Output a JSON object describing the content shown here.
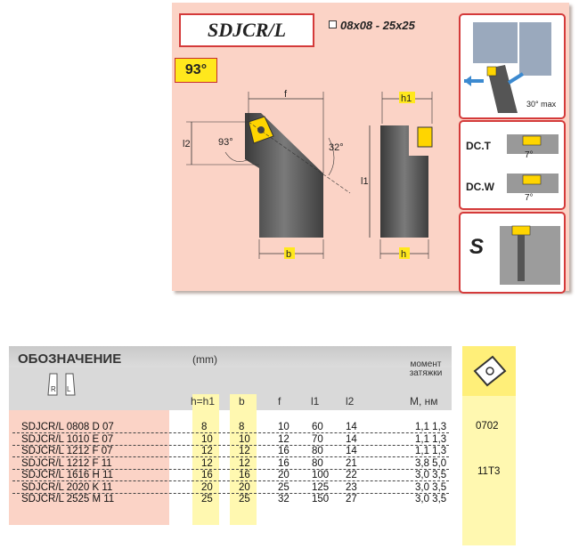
{
  "drawing": {
    "title": "SDJCR/L",
    "size_range": "08x08 - 25x25",
    "approach_angle": "93°",
    "dims": {
      "f": "f",
      "h1": "h1",
      "l2": "l2",
      "l1": "l1",
      "b": "b",
      "h": "h",
      "a93": "93°",
      "a32": "32°"
    },
    "geometry_note": "30° max",
    "dct_label": "DC.T",
    "dcw_label": "DC.W",
    "dc_angle": "7°",
    "s_label": "S",
    "rl_r": "R",
    "rl_l": "L"
  },
  "table": {
    "designation_header": "ОБОЗНАЧЕНИЕ",
    "unit": "(mm)",
    "torque_header_line1": "момент",
    "torque_header_line2": "затяжки",
    "columns": [
      "h=h1",
      "b",
      "f",
      "l1",
      "l2",
      "M, нм"
    ],
    "rows": [
      {
        "code": "SDJCR/L  0808  D  07",
        "h": "8",
        "b": "8",
        "f": "10",
        "l1": "60",
        "l2": "14",
        "m": "1,1  1,3"
      },
      {
        "code": "SDJCR/L  1010  E  07",
        "h": "10",
        "b": "10",
        "f": "12",
        "l1": "70",
        "l2": "14",
        "m": "1,1  1,3"
      },
      {
        "code": "SDJCR/L  1212  F  07",
        "h": "12",
        "b": "12",
        "f": "16",
        "l1": "80",
        "l2": "14",
        "m": "1,1  1,3"
      },
      {
        "code": "SDJCR/L  1212  F  11",
        "h": "12",
        "b": "12",
        "f": "16",
        "l1": "80",
        "l2": "21",
        "m": "3,8  5,0"
      },
      {
        "code": "SDJCR/L  1616  H  11",
        "h": "16",
        "b": "16",
        "f": "20",
        "l1": "100",
        "l2": "22",
        "m": "3,0  3,5"
      },
      {
        "code": "SDJCR/L  2020  K  11",
        "h": "20",
        "b": "20",
        "f": "25",
        "l1": "125",
        "l2": "23",
        "m": "3,0  3,5"
      },
      {
        "code": "SDJCR/L  2525  M  11",
        "h": "25",
        "b": "25",
        "f": "32",
        "l1": "150",
        "l2": "27",
        "m": "3,0  3,5"
      }
    ],
    "insert_codes": [
      "0702",
      "11T3"
    ]
  }
}
